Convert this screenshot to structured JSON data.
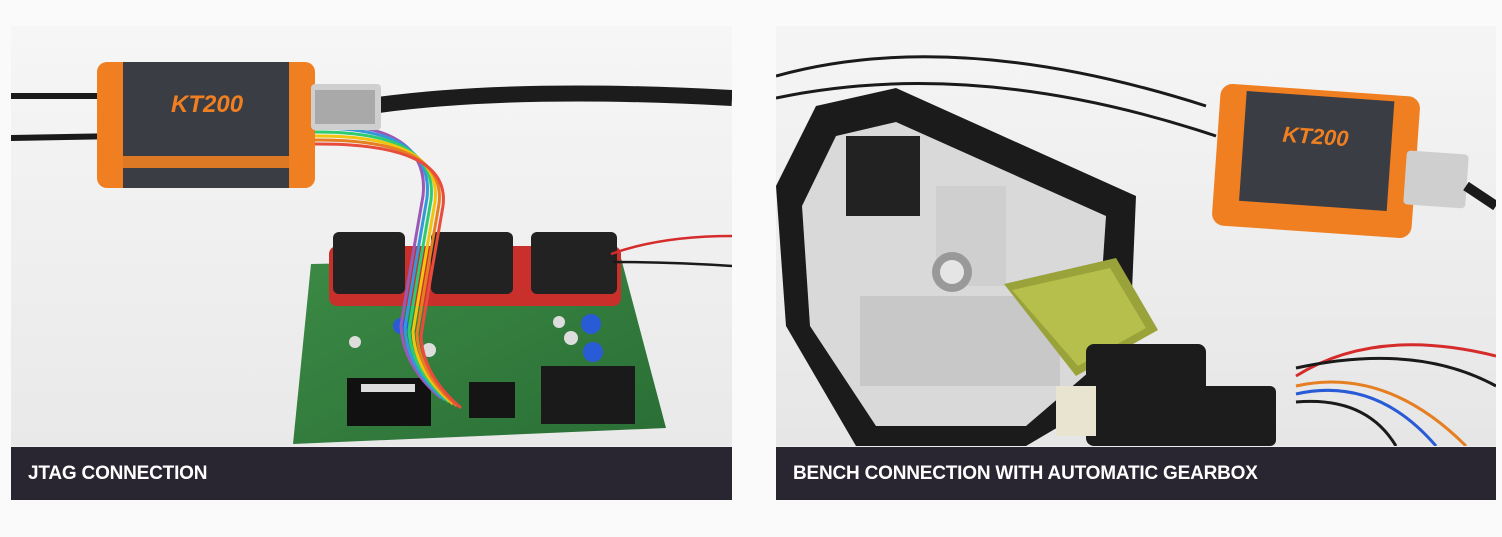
{
  "cards": [
    {
      "caption": "JTAG CONNECTION",
      "device_logo": "KT200"
    },
    {
      "caption": "BENCH CONNECTION WITH AUTOMATIC GEARBOX",
      "device_logo": "KT200"
    }
  ],
  "colors": {
    "caption_bg": "#2a2631",
    "caption_text": "#ffffff",
    "device_orange": "#f07f21",
    "device_body": "#3a3d44",
    "pcb_green": "#2f7a3a"
  }
}
